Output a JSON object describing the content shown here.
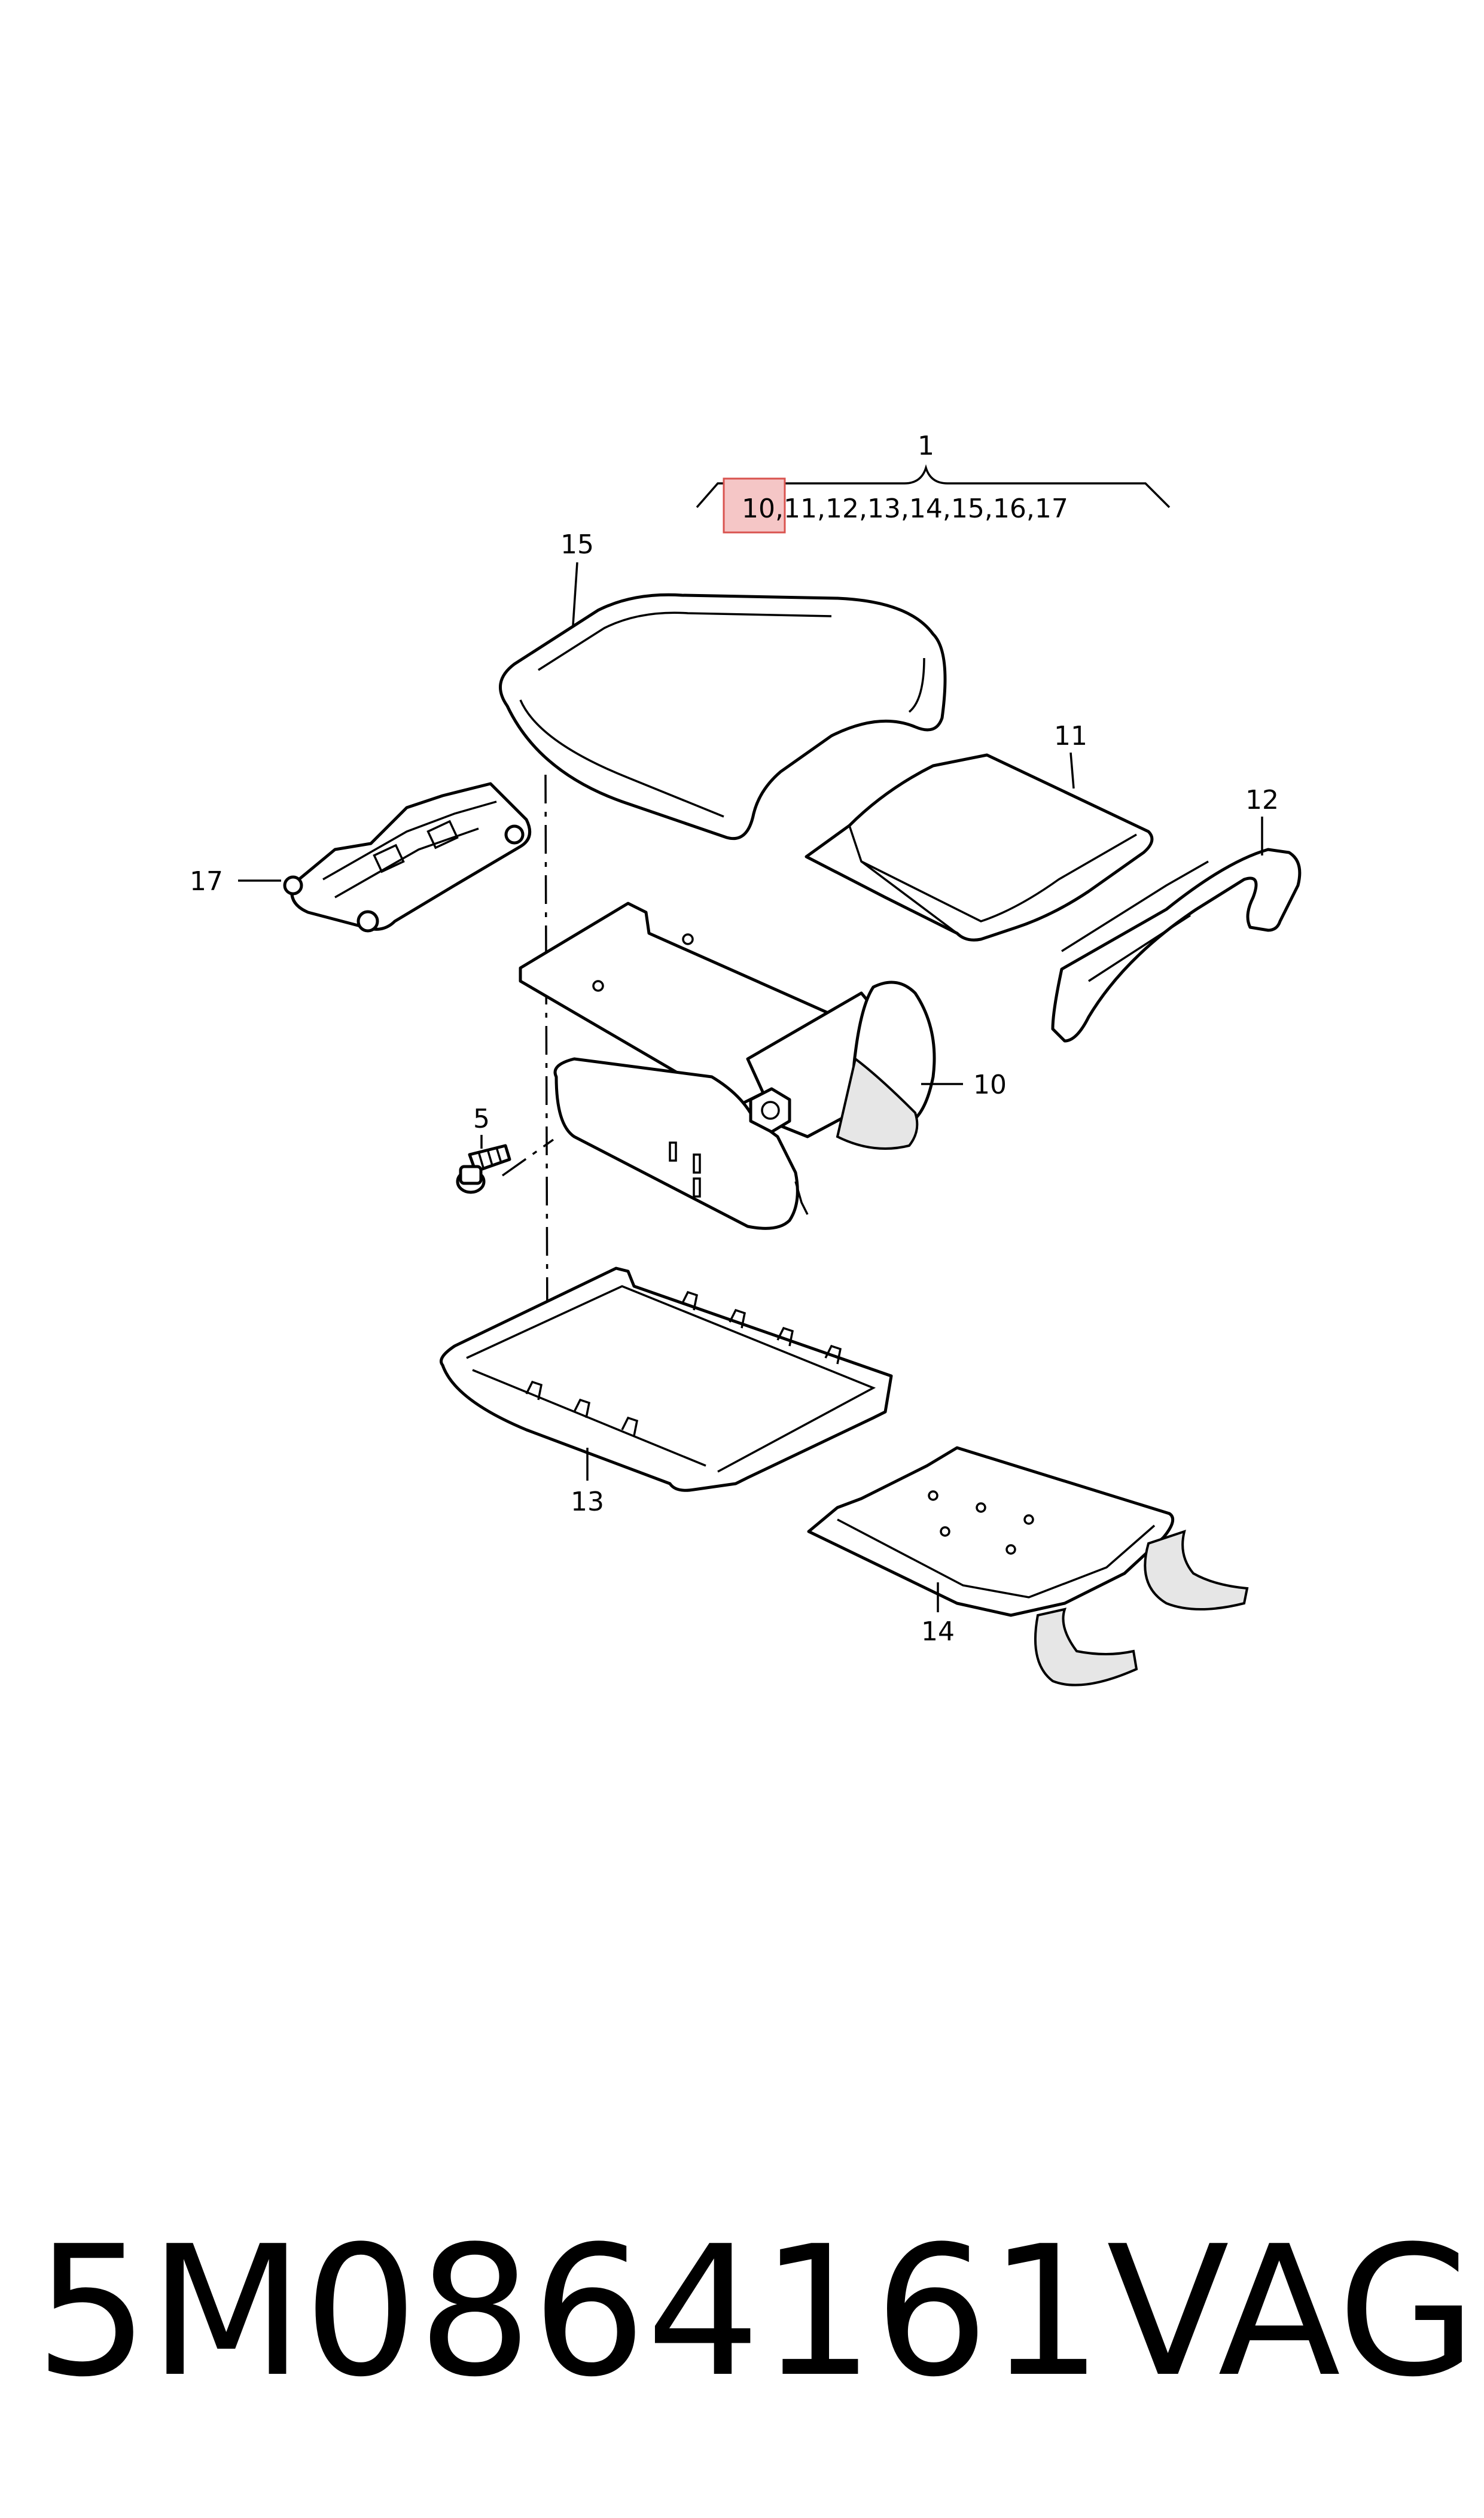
{
  "diagram": {
    "assembly_label": "1",
    "assembly_parts": "10,11,12,13,14,15,16,17",
    "highlighted_part": "10",
    "callouts": {
      "armrest_cover": "15",
      "cushion_pad": "11",
      "trim_strip": "12",
      "hinge": "17",
      "mechanism": "10",
      "screw": "5",
      "base_tray": "13",
      "bracket": "14"
    },
    "highlight_color": "#f5c6c6",
    "highlight_border": "#d9534f"
  },
  "footer": {
    "part_number": "5M0864161",
    "brand": "VAG"
  }
}
